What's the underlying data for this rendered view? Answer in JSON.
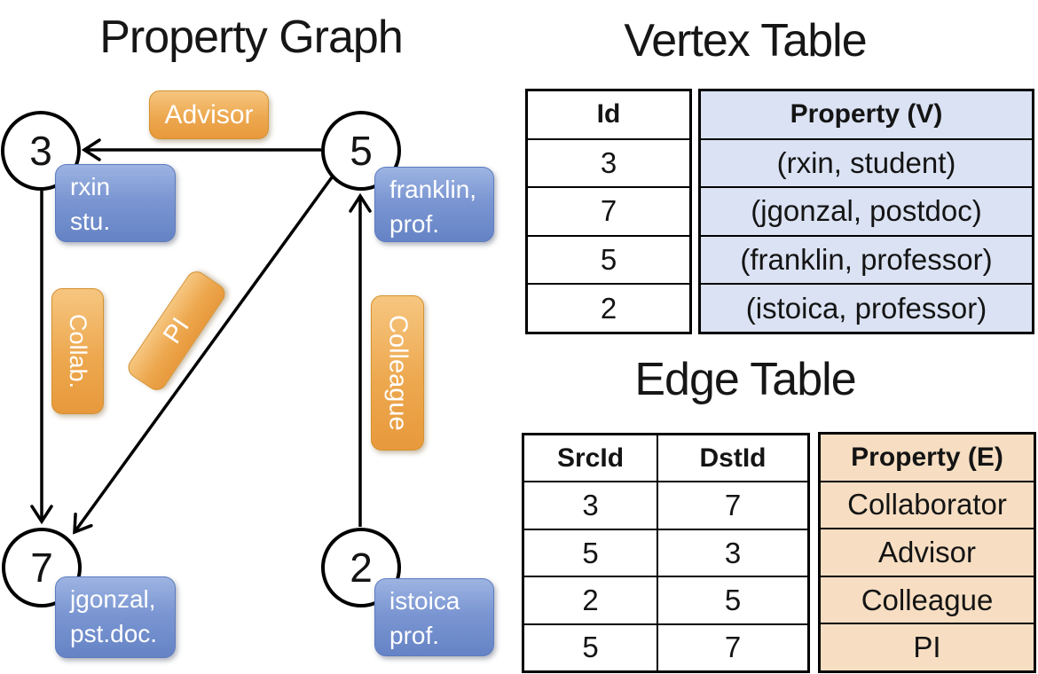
{
  "graph": {
    "title": "Property Graph",
    "nodes": [
      {
        "id": "3",
        "line1": "rxin",
        "line2": "stu."
      },
      {
        "id": "5",
        "line1": "franklin,",
        "line2": "prof."
      },
      {
        "id": "7",
        "line1": "jgonzal,",
        "line2": "pst.doc."
      },
      {
        "id": "2",
        "line1": "istoica",
        "line2": "prof."
      }
    ],
    "edge_labels": {
      "advisor": "Advisor",
      "collab": "Collab.",
      "pi": "PI",
      "colleague": "Colleague"
    }
  },
  "vertex_table": {
    "title": "Vertex Table",
    "headers": {
      "id": "Id",
      "property": "Property (V)"
    },
    "rows": [
      {
        "id": "3",
        "property": "(rxin, student)"
      },
      {
        "id": "7",
        "property": "(jgonzal, postdoc)"
      },
      {
        "id": "5",
        "property": "(franklin, professor)"
      },
      {
        "id": "2",
        "property": "(istoica, professor)"
      }
    ]
  },
  "edge_table": {
    "title": "Edge Table",
    "headers": {
      "src": "SrcId",
      "dst": "DstId",
      "property": "Property (E)"
    },
    "rows": [
      {
        "src": "3",
        "dst": "7",
        "property": "Collaborator"
      },
      {
        "src": "5",
        "dst": "3",
        "property": "Advisor"
      },
      {
        "src": "2",
        "dst": "5",
        "property": "Colleague"
      },
      {
        "src": "5",
        "dst": "7",
        "property": "PI"
      }
    ]
  },
  "colors": {
    "edge_label_orange": "#EDA84F",
    "node_property_blue": "#7B96D2",
    "vertex_cell_blue": "#DAE2F3",
    "edge_cell_orange": "#F7DEC2",
    "line_black": "#000000"
  }
}
